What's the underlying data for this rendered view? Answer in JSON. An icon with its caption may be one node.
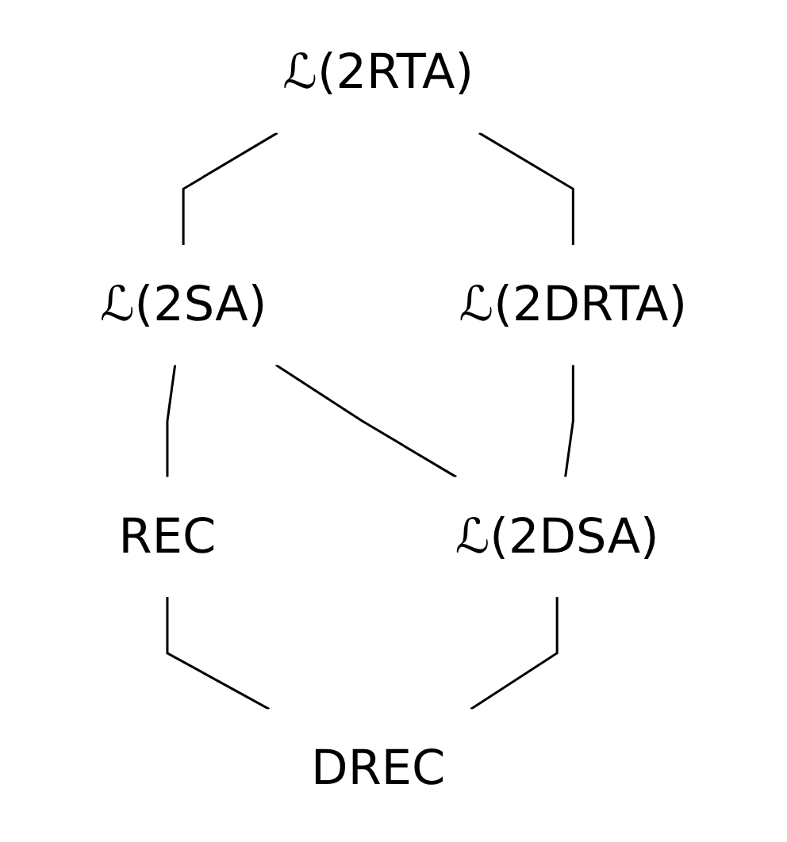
{
  "diagram": {
    "nodes": [
      {
        "text": [
          "ℒ(2RTA)"
        ]
      },
      {
        "text": [
          "ℒ(2SA)"
        ]
      },
      {
        "text": [
          "ℒ(2DRTA)"
        ]
      },
      {
        "text": [
          "REC"
        ]
      },
      {
        "text": [
          "ℒ(2DSA)"
        ]
      },
      {
        "text": [
          "DREC"
        ]
      }
    ],
    "edges": [
      {
        "from": 0,
        "to": 1,
        "arrow": "none"
      },
      {
        "from": 0,
        "to": 2,
        "arrow": "none"
      },
      {
        "from": 1,
        "to": 3,
        "arrow": "none"
      },
      {
        "from": 1,
        "to": 4,
        "arrow": "none"
      },
      {
        "from": 2,
        "to": 4,
        "arrow": "none"
      },
      {
        "from": 3,
        "to": 5,
        "arrow": "none"
      },
      {
        "from": 4,
        "to": 5,
        "arrow": "none"
      }
    ]
  }
}
